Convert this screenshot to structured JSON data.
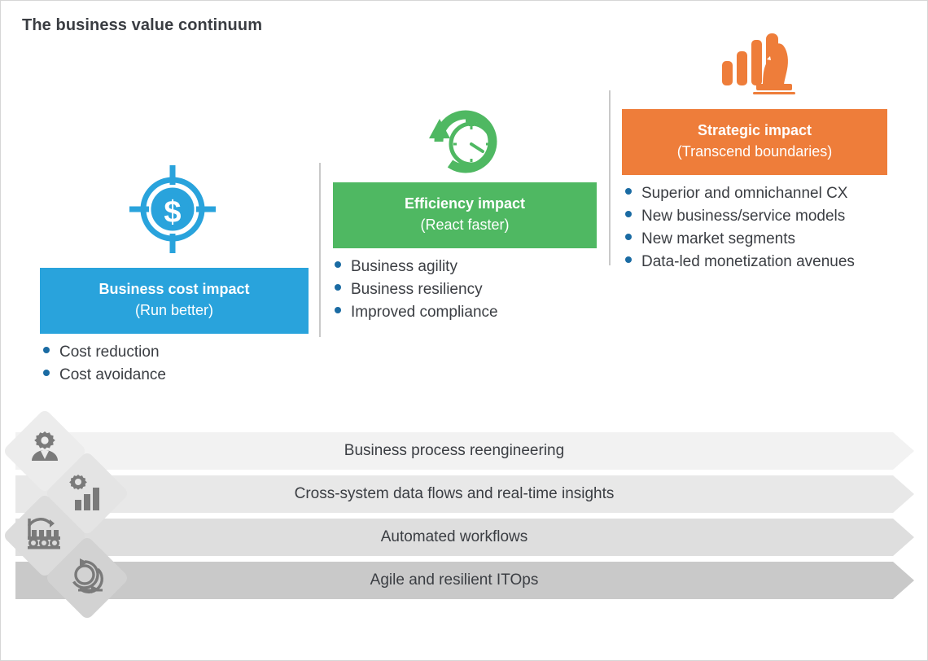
{
  "page": {
    "title": "The business value continuum",
    "background": "#ffffff",
    "border_color": "#d6d6d6"
  },
  "colors": {
    "blue": "#29a3dc",
    "green": "#4fb862",
    "orange": "#ee7d3a",
    "bullet": "#1a6ba3",
    "text": "#3b3e43",
    "title": "#3a3d42"
  },
  "pillars": [
    {
      "id": "business-cost-impact",
      "icon": "target-dollar-icon",
      "accent": "#29a3dc",
      "header_main": "Business cost impact",
      "header_sub": "(Run better)",
      "bullets": [
        "Cost reduction",
        "Cost avoidance"
      ]
    },
    {
      "id": "efficiency-impact",
      "icon": "stopwatch-refresh-icon",
      "accent": "#4fb862",
      "header_main": "Efficiency impact",
      "header_sub": "(React faster)",
      "bullets": [
        "Business agility",
        "Business resiliency",
        "Improved compliance"
      ]
    },
    {
      "id": "strategic-impact",
      "icon": "chess-knight-bar-chart-icon",
      "accent": "#ee7d3a",
      "header_main": "Strategic impact",
      "header_sub": "(Transcend boundaries)",
      "bullets": [
        "Superior and omnichannel CX",
        "New business/service models",
        "New market segments",
        "Data-led monetization avenues"
      ]
    }
  ],
  "foundation": {
    "rows": [
      {
        "label": "Business process reengineering",
        "icon": "person-gear-icon",
        "bar_color": "#f2f2f2",
        "badge_color": "#ececec"
      },
      {
        "label": "Cross-system data flows and real-time insights",
        "icon": "gear-bar-chart-icon",
        "bar_color": "#e8e8e8",
        "badge_color": "#e4e4e4"
      },
      {
        "label": "Automated workflows",
        "icon": "robot-conveyor-icon",
        "bar_color": "#dedede",
        "badge_color": "#dcdcdc"
      },
      {
        "label": "Agile and resilient ITOps",
        "icon": "agile-loop-icon",
        "bar_color": "#c9c9c9",
        "badge_color": "#d2d2d2"
      }
    ]
  }
}
